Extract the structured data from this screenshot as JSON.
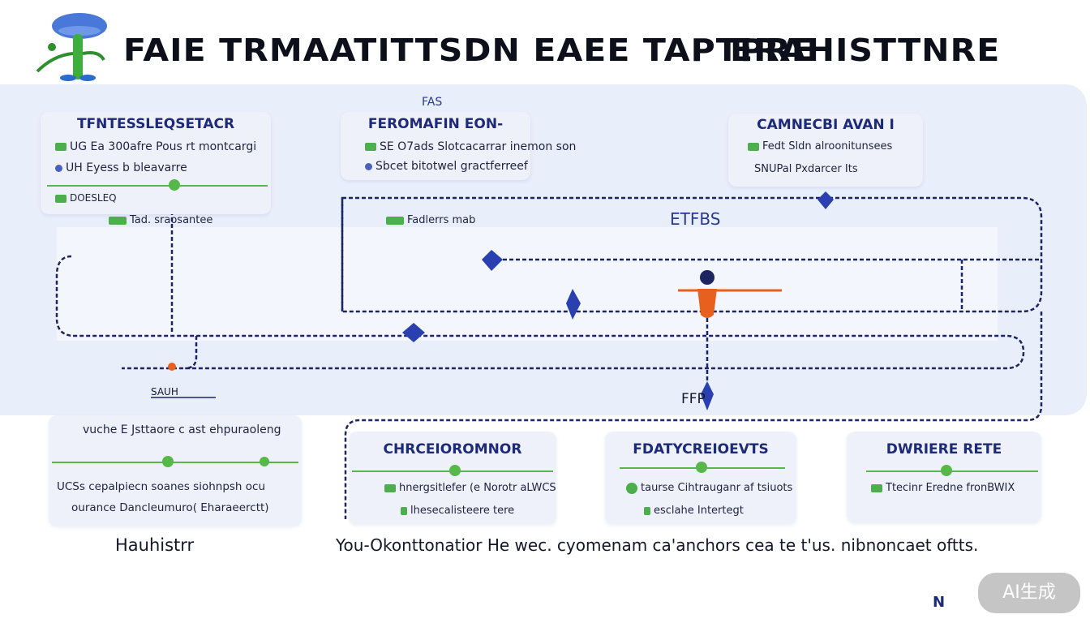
{
  "title_left": "FAIE TRMAATITTSDN EAEE TAPTPRE",
  "title_right": "ERAHISTTNRE",
  "cards": {
    "top_left": {
      "heading": "TFNTESSLEQSETACR",
      "rows": [
        "UG Ea 300afre Pous rt montcargi",
        "UH Eyess b bleavarre",
        "DOESLEQ"
      ],
      "sub": "Tad. sraosantee"
    },
    "top_mid": {
      "heading": "FEROMAFIN EON-",
      "tag": "FAS",
      "rows": [
        "SE O7ads Slotcacarrar inemon son",
        "Sbcet bitotwel gractferreef"
      ],
      "sub": "Fadlerrs mab"
    },
    "top_right": {
      "heading": "CAMNECBI AVAN I",
      "rows": [
        "Fedt Sldn alroonitunsees",
        "SNUPal Pxdarcer Its"
      ]
    },
    "bottom_left": {
      "heading": "vuche E Jsttaore c ast ehpuraoleng",
      "rows": [
        "UCSs cepalpiecn soanes   siohnpsh ocu",
        "ourance Dancleumuro( Eharaeerctt)"
      ]
    },
    "bottom_mid": {
      "heading": "CHRCEIOROMNOR",
      "rows": [
        "hnergsitlefer  (e  Norotr aLWCS",
        "lhesecalisteere tere"
      ]
    },
    "bottom_mid2": {
      "heading": "FDATYCREIOEVTS",
      "rows": [
        "taurse Cihtrauganr af tsiuots",
        "esclahe Intertegt"
      ]
    },
    "bottom_right": {
      "heading": "DWRIERE RETE",
      "rows": [
        "Ttecinr Eredne fronBWIX"
      ]
    }
  },
  "labels": {
    "etfbs": "ETFBS",
    "ffp": "FFP",
    "sub_left": "SAUH"
  },
  "captions": {
    "left": "Hauhistrr",
    "right": "You-Okonttonatior He wec. cyomenam ca'anchors cea te t'us. nibnoncaet oftts."
  },
  "corner_mark": "N",
  "watermark": "AI生成",
  "colors": {
    "line_navy": "#1c2462",
    "accent_blue": "#2a3fb0",
    "accent_orange": "#e8601e",
    "accent_green": "#57b84a",
    "band": "#e9eefb"
  },
  "icons": [
    "mushroom-figure-logo",
    "diamond-node",
    "person-node",
    "chevron-node"
  ]
}
